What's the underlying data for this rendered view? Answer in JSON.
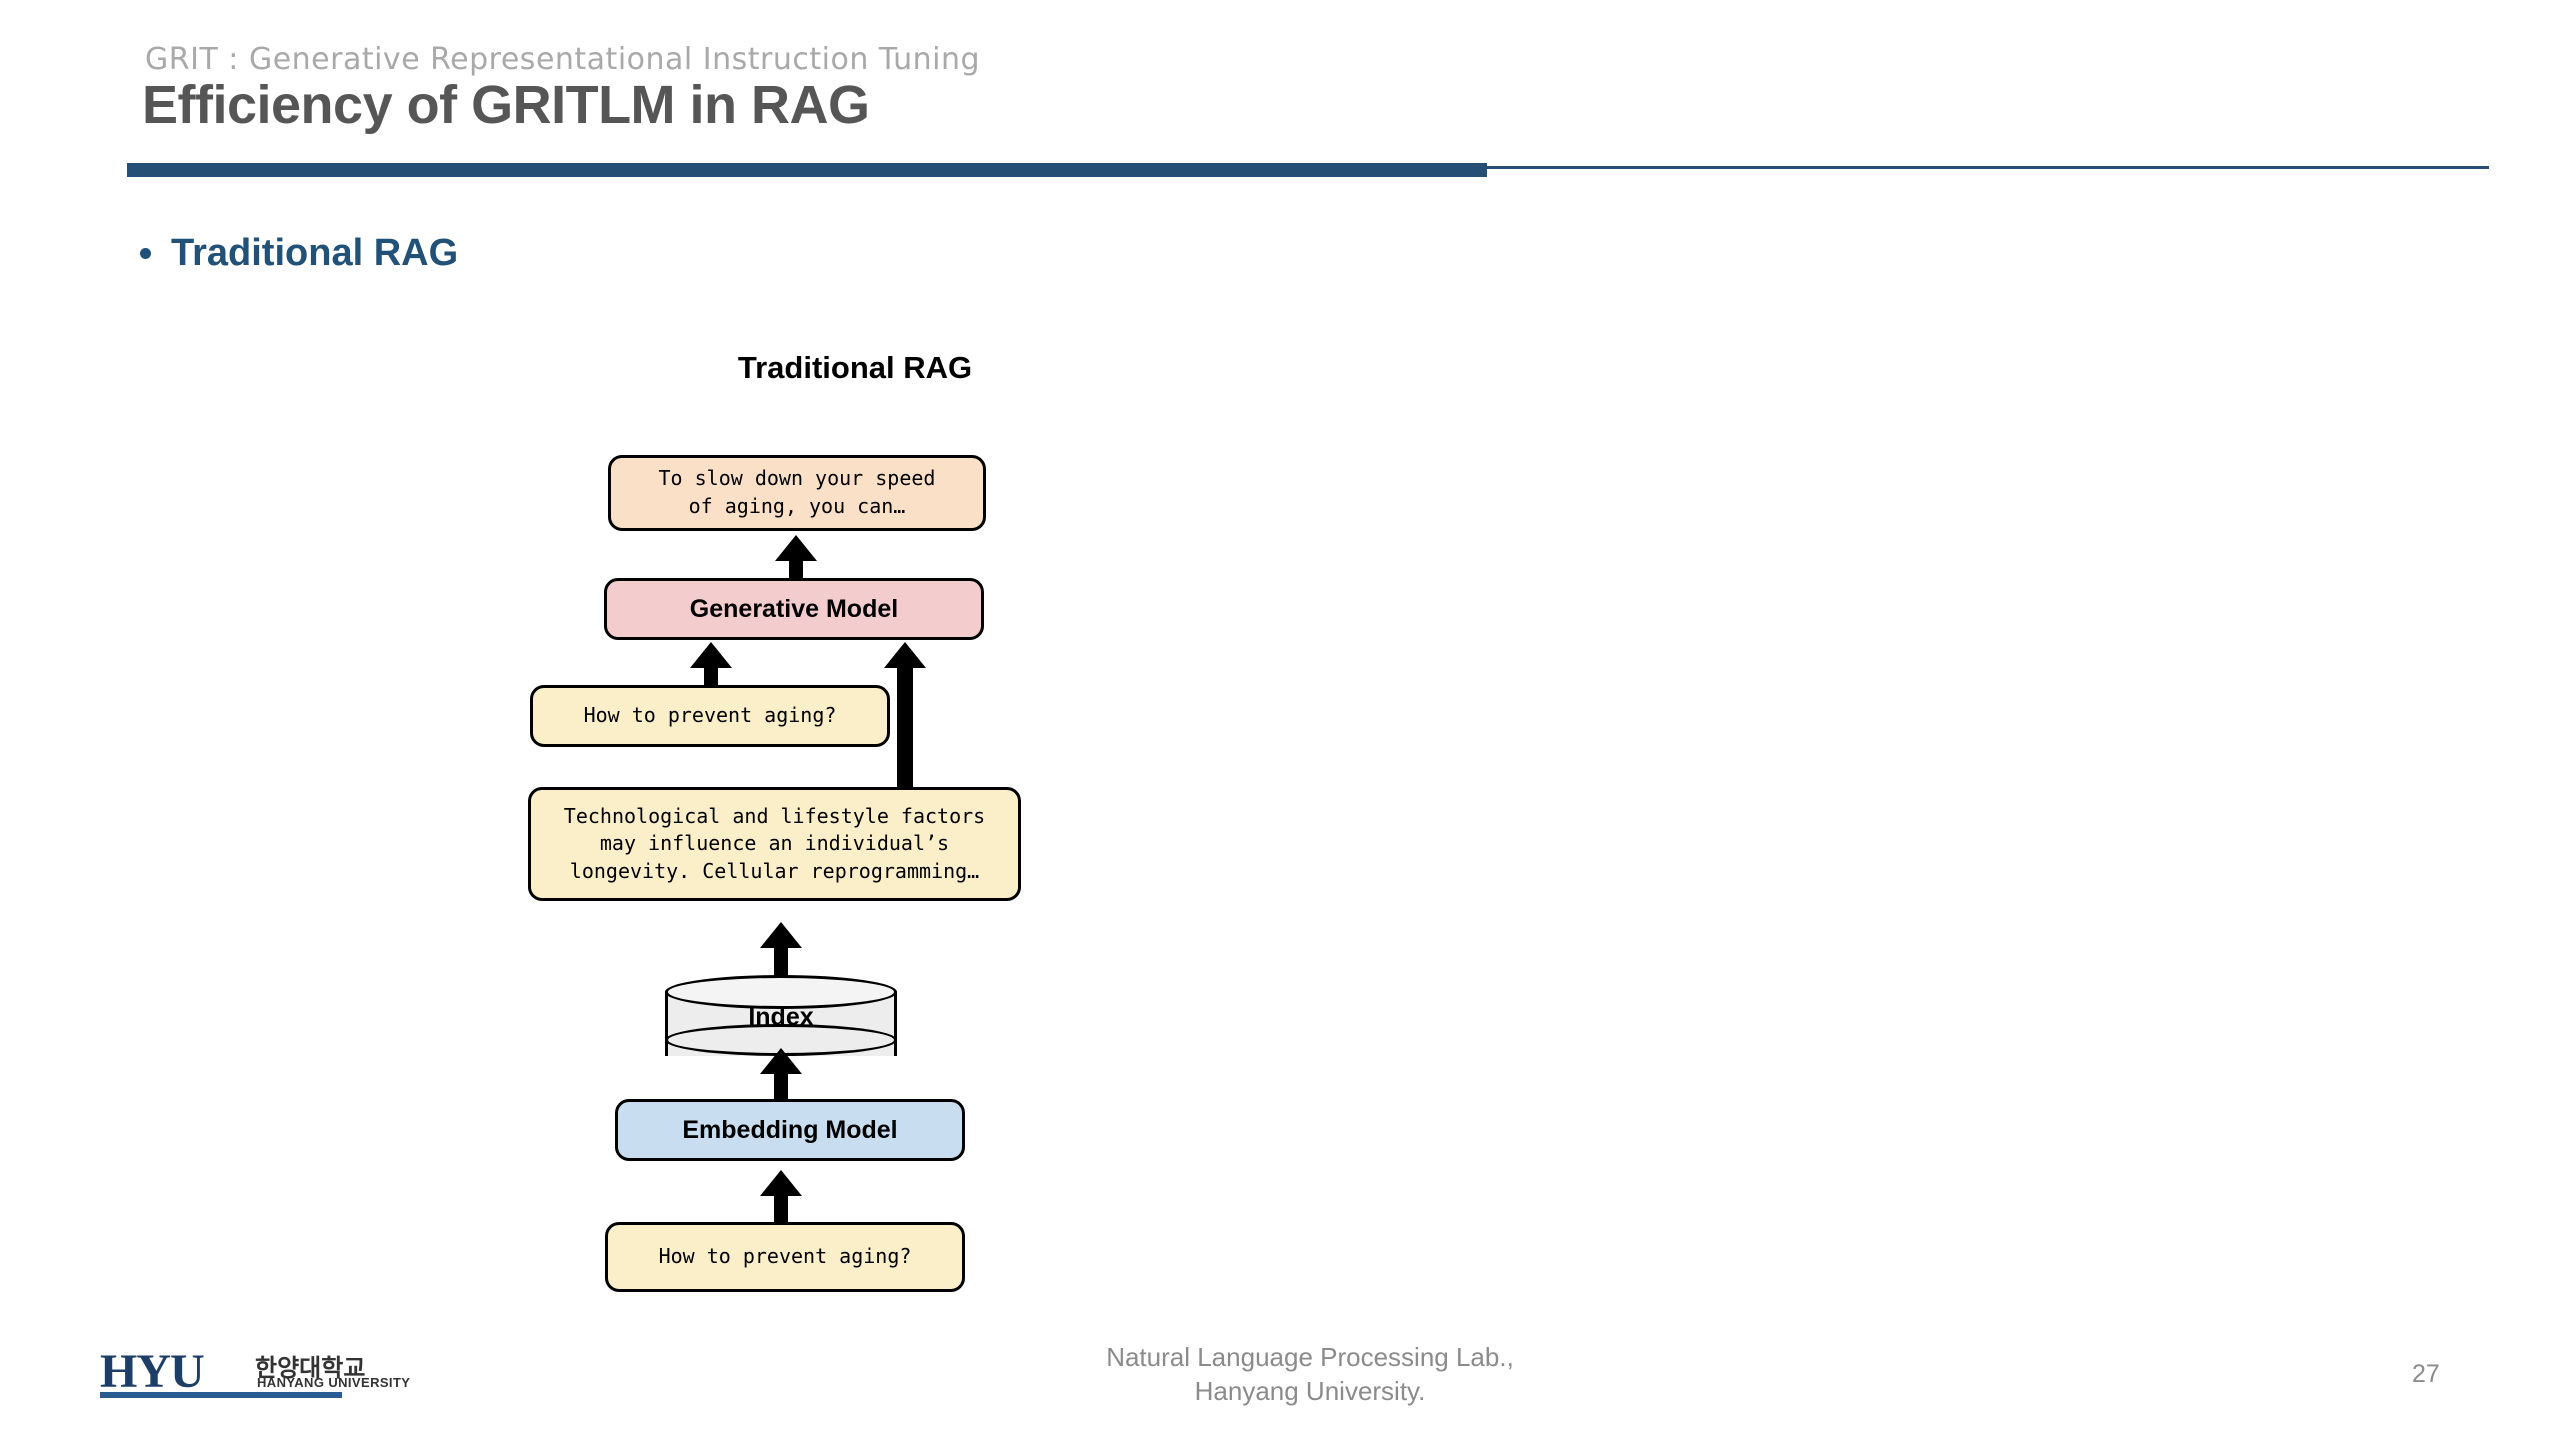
{
  "header": {
    "subtitle": "GRIT : Generative Representational Instruction Tuning",
    "title": "Efficiency of GRITLM in RAG",
    "rule_color": "#254f74"
  },
  "content": {
    "bullet": {
      "label": "Traditional RAG",
      "color": "#215177"
    }
  },
  "diagram": {
    "title": "Traditional RAG",
    "nodes": {
      "output": {
        "line1": "To slow down your speed",
        "line2": "of aging, you can…",
        "fill": "#fbe0c8"
      },
      "generative_model": {
        "label": "Generative Model",
        "fill": "#f3ccce"
      },
      "query_top": {
        "label": "How to prevent aging?",
        "fill": "#fbefca"
      },
      "document": {
        "line1": "Technological and lifestyle factors",
        "line2": "may influence an individual’s",
        "line3": "longevity. Cellular reprogramming…",
        "fill": "#fbefca"
      },
      "index": {
        "label": "Index",
        "fill": "#ededed"
      },
      "embedding_model": {
        "label": "Embedding Model",
        "fill": "#c9ddf0"
      },
      "query_bottom": {
        "label": "How to prevent aging?",
        "fill": "#fbefca"
      }
    }
  },
  "footer": {
    "logo": {
      "acronym": "HYU",
      "name_ko": "한양대학교",
      "name_en": "HANYANG UNIVERSITY"
    },
    "lab_line1": "Natural Language Processing Lab.,",
    "lab_line2": "Hanyang University.",
    "page_number": "27"
  }
}
